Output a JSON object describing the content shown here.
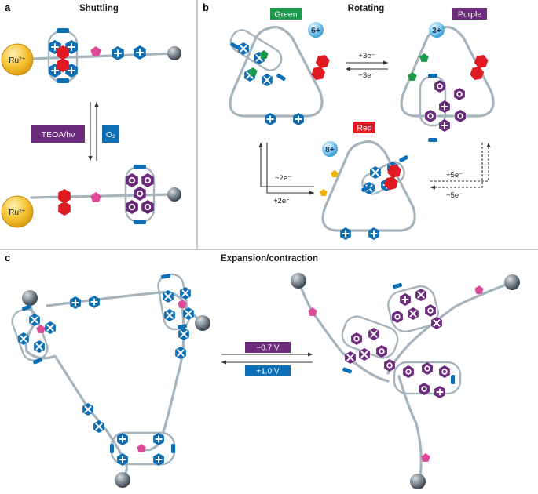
{
  "panels": {
    "a": {
      "letter": "a",
      "title": "Shuttling"
    },
    "b": {
      "letter": "b",
      "title": "Rotating"
    },
    "c": {
      "letter": "c",
      "title": "Expansion/contraction"
    }
  },
  "labels": {
    "ru_top": "Ru²⁺",
    "ru_bottom": "Ru²⁺",
    "teoa": "TEOA/hν",
    "o2": "O₂",
    "green": "Green",
    "purple": "Purple",
    "red": "Red",
    "charge_green": "6+",
    "charge_purple": "3+",
    "charge_red": "8+",
    "plus3e": "+3e⁻",
    "minus3e": "−3e⁻",
    "minus2e": "−2e⁻",
    "plus2e": "+2e⁻",
    "plus5e": "+5e⁻",
    "minus5e": "−5e⁻",
    "volt_neg": "−0.7 V",
    "volt_pos": "+1.0 V"
  },
  "colors": {
    "blue": "#0f6fb5",
    "purple": "#6d2b7e",
    "red": "#e01a22",
    "pink": "#de4a97",
    "green": "#1a9a4a",
    "yellow": "#f0b400",
    "ru": "#f5c230",
    "grey_chain": "#a6b4be"
  }
}
